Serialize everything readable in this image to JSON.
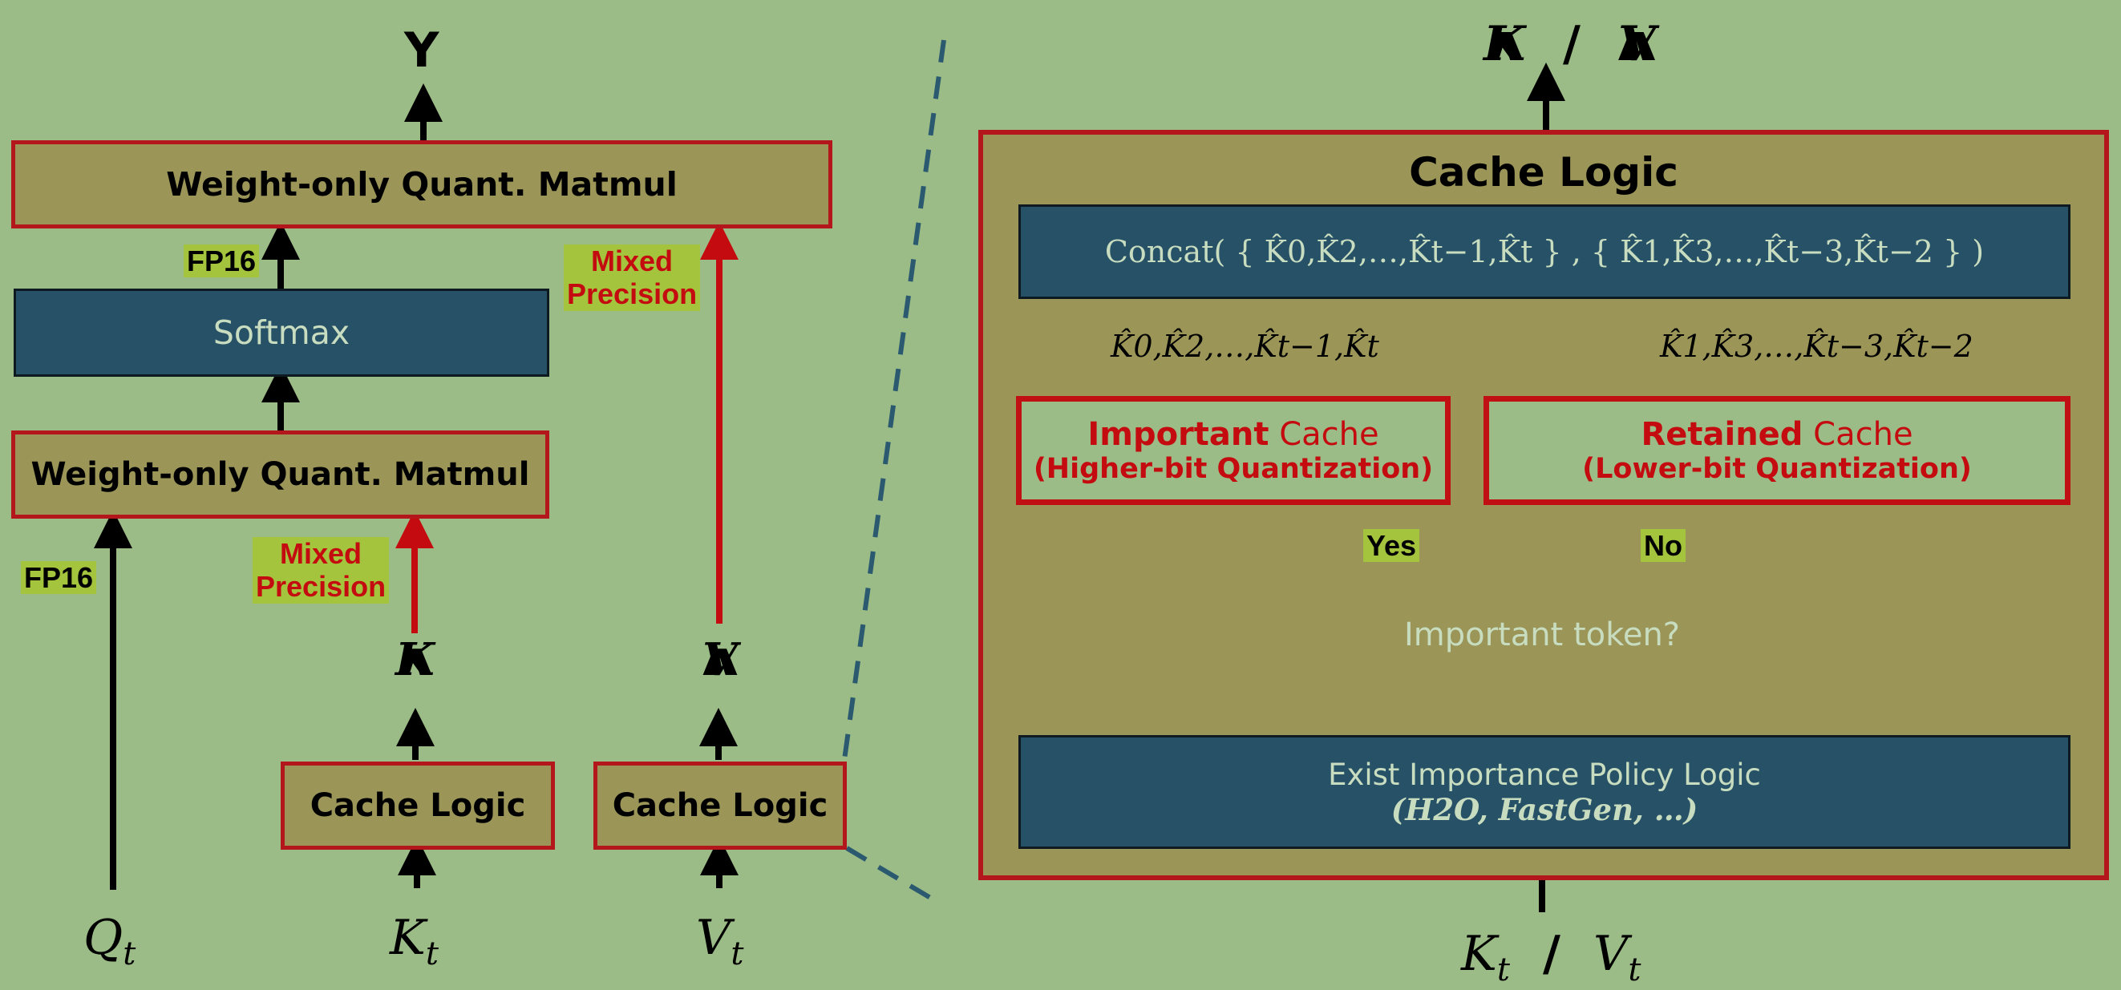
{
  "left": {
    "output_label": "Y",
    "top_matmul": "Weight-only Quant. Matmul",
    "softmax": "Softmax",
    "bottom_matmul": "Weight-only Quant. Matmul",
    "fp16_top": "FP16",
    "fp16_left": "FP16",
    "mixed_precision_left": [
      "Mixed",
      "Precision"
    ],
    "mixed_precision_right": [
      "Mixed",
      "Precision"
    ],
    "k_hat": "K",
    "v_hat": "V",
    "cache_logic_k": "Cache Logic",
    "cache_logic_v": "Cache Logic",
    "q_input": {
      "base": "Q",
      "sub": "t"
    },
    "k_input": {
      "base": "K",
      "sub": "t"
    },
    "v_input": {
      "base": "V",
      "sub": "t"
    }
  },
  "right": {
    "output_label": {
      "k": "K",
      "sep": "/",
      "v": "V"
    },
    "title": "Cache Logic",
    "concat": "Concat( { K̂0,K̂2,…,K̂t−1,K̂t } , { K̂1,K̂3,…,K̂t−3,K̂t−2 } )",
    "important_list": "K̂0,K̂2,…,K̂t−1,K̂t",
    "retained_list": "K̂1,K̂3,…,K̂t−3,K̂t−2",
    "important_cache": {
      "bold": "Important",
      "rest": "Cache",
      "sub": "(Higher-bit Quantization)"
    },
    "retained_cache": {
      "bold": "Retained",
      "rest": "Cache",
      "sub": "(Lower-bit Quantization)"
    },
    "yes": "Yes",
    "no": "No",
    "decision": "Important token?",
    "policy": {
      "line1": "Exist Importance Policy Logic",
      "line2": "(H2O, FastGen, …)"
    },
    "input_label": {
      "k": "K",
      "sub_k": "t",
      "sep": "/",
      "v": "V",
      "sub_v": "t"
    }
  },
  "colors": {
    "background": "#9bbc86",
    "olive_box": "#9b9658",
    "teal_box": "#275166",
    "red_border": "#b3161b",
    "tag_green": "#a3c43c",
    "dashed_line": "#2b5a70"
  }
}
